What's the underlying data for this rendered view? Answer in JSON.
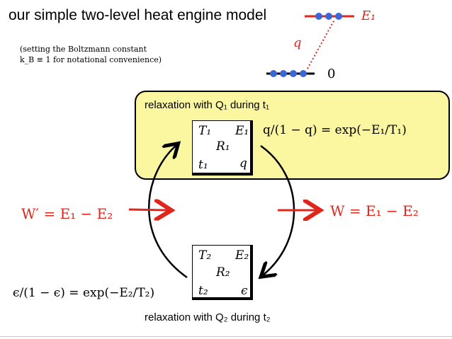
{
  "title": "our simple two-level heat engine model",
  "note": {
    "line1": "(setting the Boltzmann constant",
    "line2": "k_B ≡ 1 for notational convenience)"
  },
  "levels": {
    "upper_label": "E₁",
    "lower_label": "0",
    "transition_label": "q"
  },
  "reservoir1": {
    "header": "relaxation with Q₁ during t₁",
    "T": "T₁",
    "E": "E₁",
    "R": "R₁",
    "t": "t₁",
    "p": "q",
    "relation": "q/(1 − q) = exp(−E₁/T₁)"
  },
  "reservoir2": {
    "footer": "relaxation with Q₂ during t₂",
    "T": "T₂",
    "E": "E₂",
    "R": "R₂",
    "t": "t₂",
    "p": "ϵ",
    "relation": "ϵ/(1 − ϵ) = exp(−E₂/T₂)"
  },
  "work_in": "W′ = E₁ − E₂",
  "work_out": "W = E₁ − E₂",
  "colors": {
    "accent": "#e0261b",
    "panel": "#fbf6a0",
    "dot": "#3b67d6"
  }
}
